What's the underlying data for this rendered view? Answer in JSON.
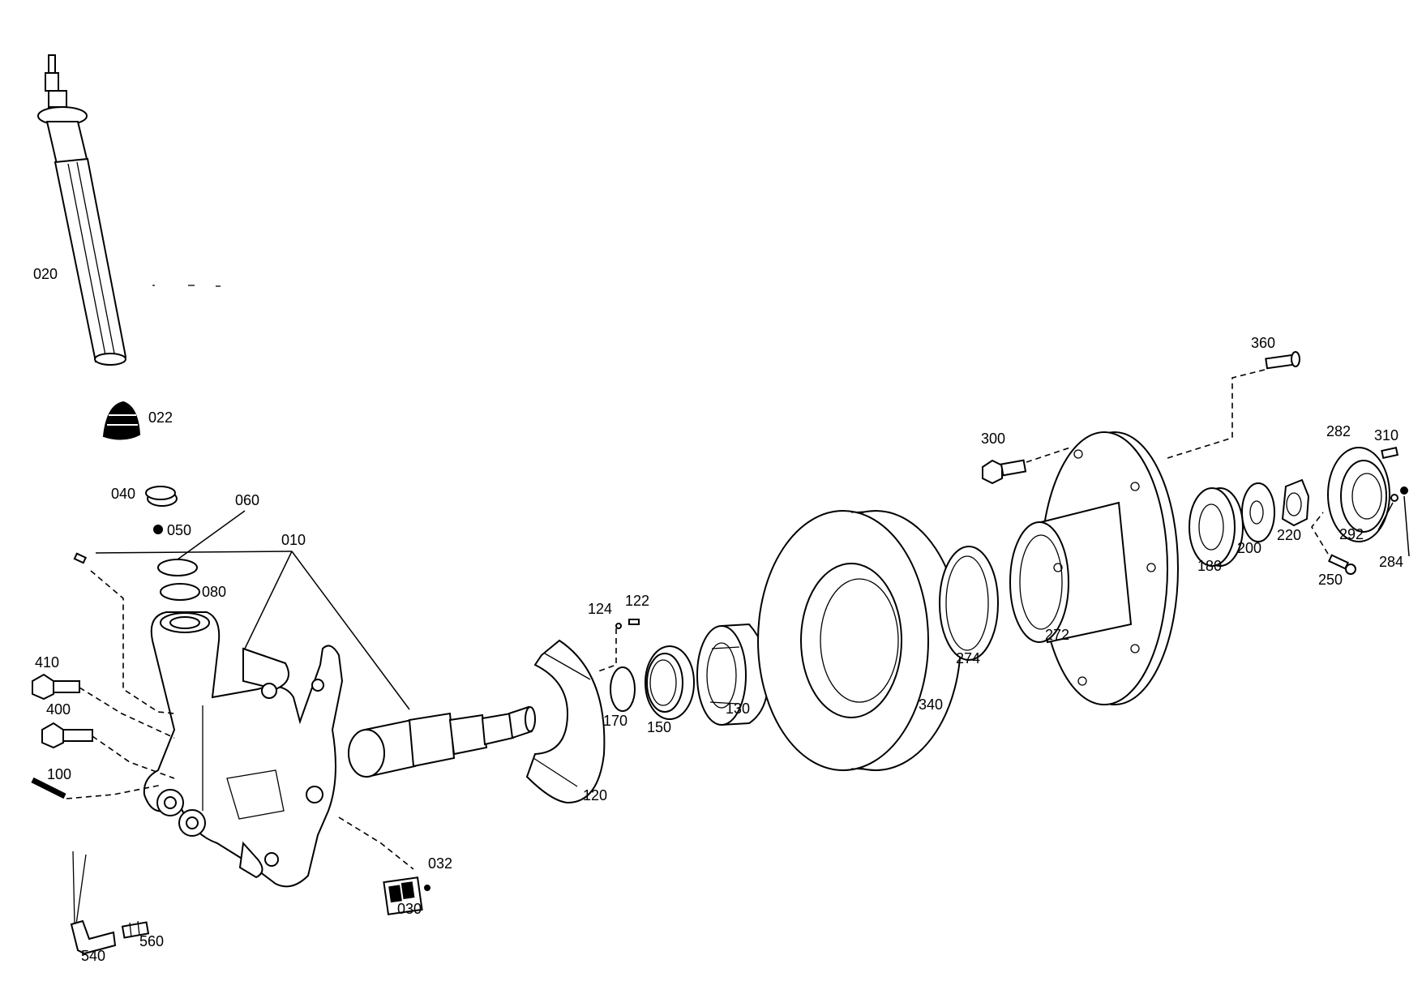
{
  "diagram": {
    "labels": {
      "l020": "020",
      "l022": "022",
      "l040": "040",
      "l060": "060",
      "l050": "050",
      "l010": "010",
      "l080": "080",
      "l410": "410",
      "l400": "400",
      "l100": "100",
      "l032": "032",
      "l030": "030",
      "l540": "540",
      "l560": "560",
      "l124": "124",
      "l122": "122",
      "l170": "170",
      "l150": "150",
      "l130": "130",
      "l120": "120",
      "l340": "340",
      "l274": "274",
      "l272": "272",
      "l300": "300",
      "l360": "360",
      "l180": "180",
      "l200": "200",
      "l220": "220",
      "l282": "282",
      "l310": "310",
      "l292": "292",
      "l284": "284",
      "l250": "250"
    }
  }
}
